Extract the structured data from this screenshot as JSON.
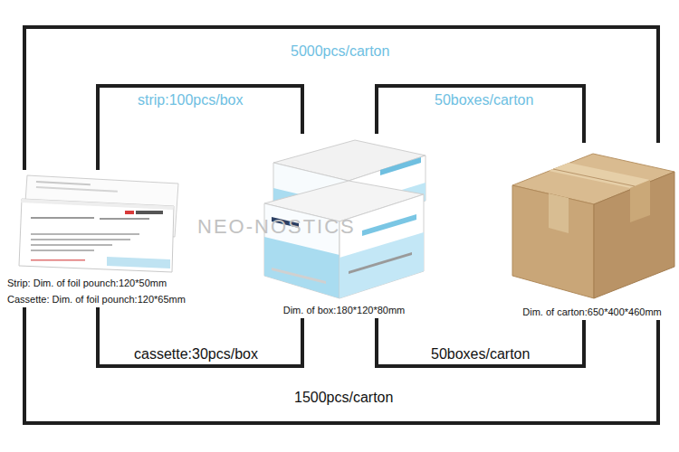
{
  "diagram": {
    "nodes": [
      {
        "text": [
          "Strip: Dim. of foil pounch:120*50mm",
          "Cassette: Dim. of foil pounch:120*65mm"
        ]
      },
      {
        "text": [
          "Dim. of box:180*120*80mm"
        ]
      },
      {
        "text": [
          "Dim. of carton:650*400*460mm"
        ]
      }
    ],
    "edges": [
      {
        "from": 0,
        "to": 2,
        "label": "5000pcs/carton",
        "arrow": "none"
      },
      {
        "from": 0,
        "to": 1,
        "label": "strip:100pcs/box",
        "arrow": "none"
      },
      {
        "from": 1,
        "to": 2,
        "label": "50boxes/carton",
        "arrow": "none"
      },
      {
        "from": 0,
        "to": 1,
        "label": "cassette:30pcs/box",
        "arrow": "none"
      },
      {
        "from": 1,
        "to": 2,
        "label": "50boxes/carton",
        "arrow": "none"
      },
      {
        "from": 0,
        "to": 2,
        "label": "1500pcs/carton",
        "arrow": "none"
      }
    ],
    "labels": [
      "NEO-NOSTICS"
    ]
  }
}
